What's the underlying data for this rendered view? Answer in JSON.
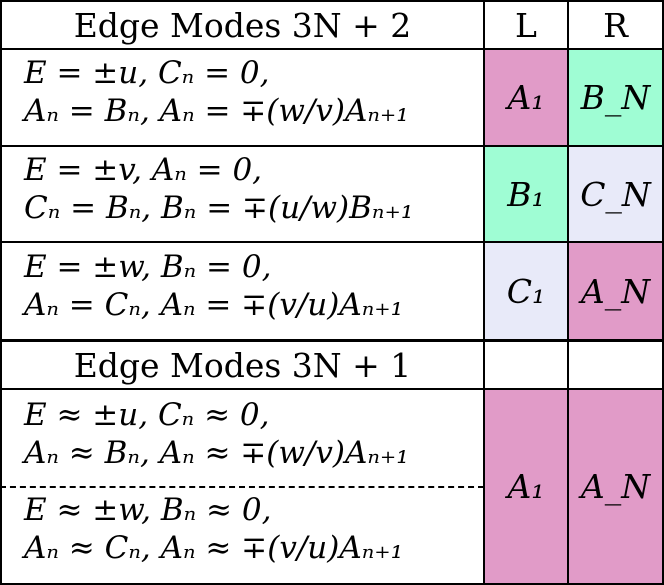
{
  "colors": {
    "pink": "#e19bc8",
    "green": "#9ffdd4",
    "lavender": "#e8eaf9"
  },
  "header1": {
    "title": "Edge Modes 3N + 2",
    "left": "L",
    "right": "R"
  },
  "header2": {
    "title": "Edge Modes 3N + 1"
  },
  "rows": [
    {
      "line1": "E = ±u, Cₙ = 0,",
      "line2": "Aₙ = Bₙ, Aₙ = ∓(w/v)Aₙ₊₁",
      "left": "A₁",
      "right": "B_N"
    },
    {
      "line1": "E = ±v, Aₙ = 0,",
      "line2": "Cₙ = Bₙ, Bₙ = ∓(u/w)Bₙ₊₁",
      "left": "B₁",
      "right": "C_N"
    },
    {
      "line1": "E = ±w, Bₙ = 0,",
      "line2": "Aₙ = Cₙ, Aₙ = ∓(v/u)Aₙ₊₁",
      "left": "C₁",
      "right": "A_N"
    }
  ],
  "approx_rows": [
    {
      "line1": "E ≈ ±u, Cₙ ≈ 0,",
      "line2": "Aₙ ≈ Bₙ, Aₙ ≈ ∓(w/v)Aₙ₊₁"
    },
    {
      "line1": "E ≈ ±w, Bₙ ≈ 0,",
      "line2": "Aₙ ≈ Cₙ, Aₙ ≈ ∓(v/u)Aₙ₊₁"
    }
  ],
  "approx_left": "A₁",
  "approx_right": "A_N"
}
